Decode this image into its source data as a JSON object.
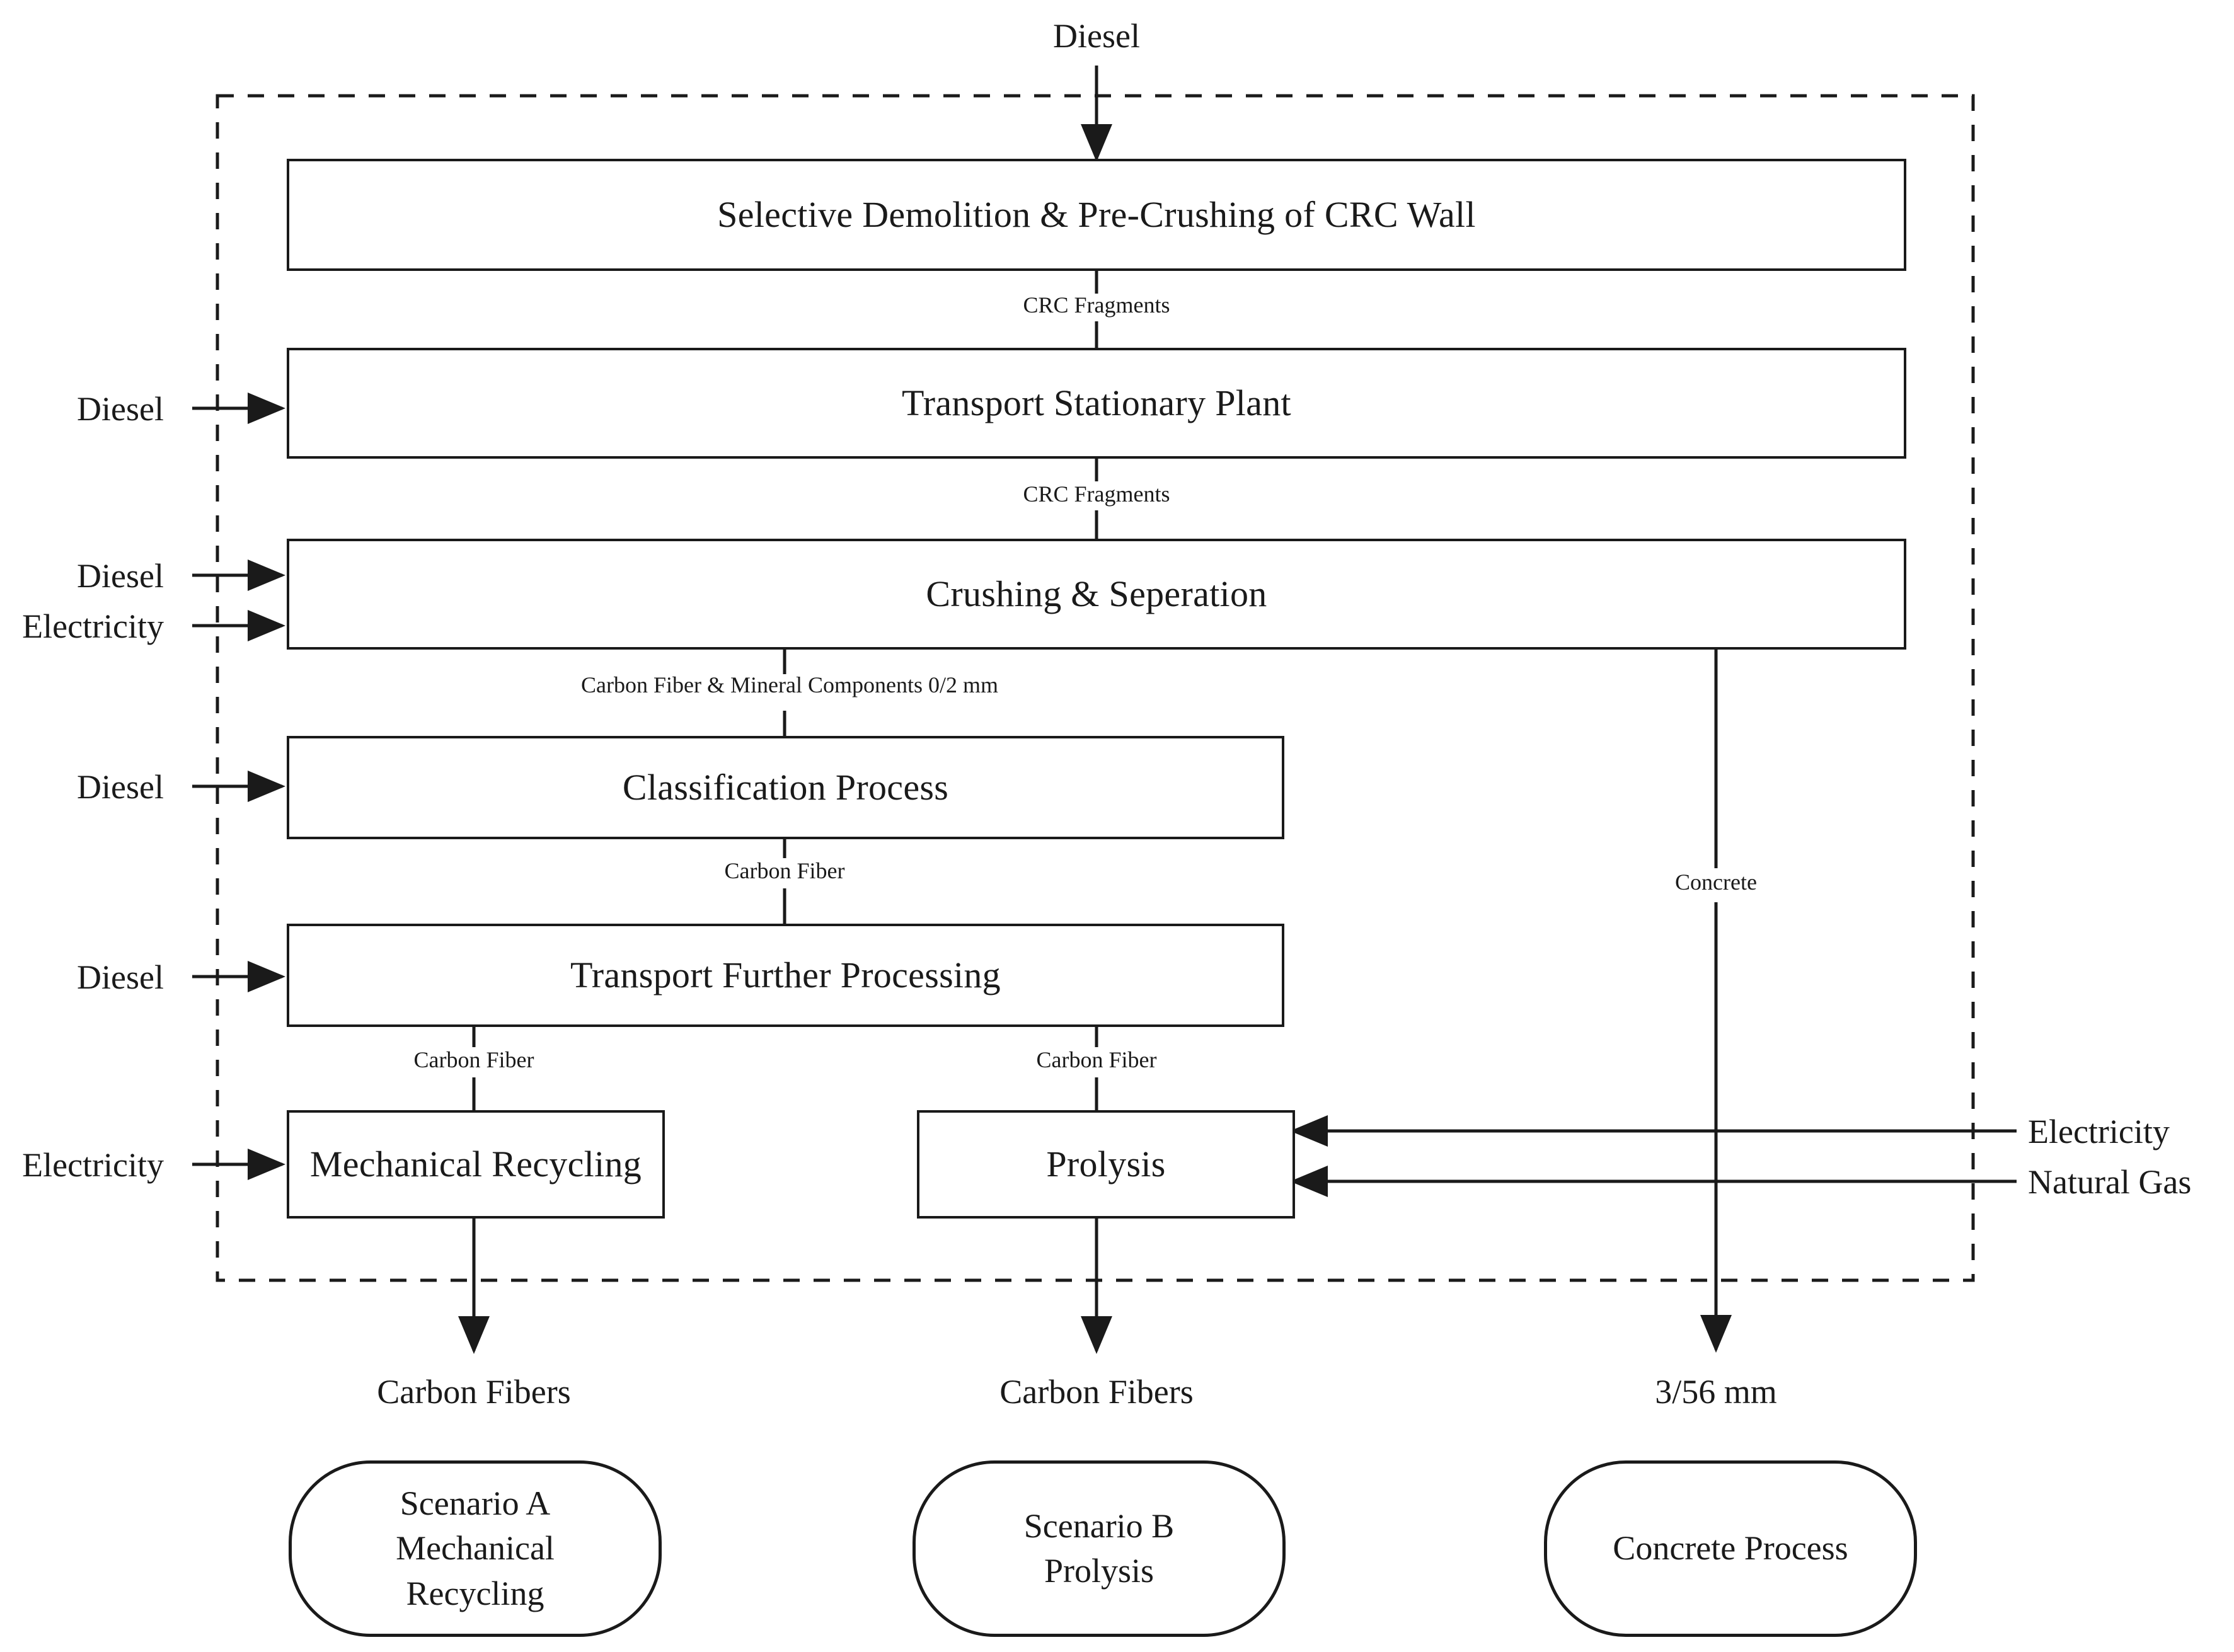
{
  "diagram": {
    "title_label": "Diesel",
    "system_boundary": "system-boundary-dashed",
    "processes": [
      {
        "id": "selective-demolition",
        "label": "Selective Demolition & Pre-Crushing of CRC Wall"
      },
      {
        "id": "transport-stationary-plant",
        "label": "Transport Stationary Plant"
      },
      {
        "id": "crushing-separation",
        "label": "Crushing & Seperation"
      },
      {
        "id": "classification-process",
        "label": "Classification Process"
      },
      {
        "id": "transport-further-processing",
        "label": "Transport Further Processing"
      },
      {
        "id": "mechanical-recycling",
        "label": "Mechanical Recycling"
      },
      {
        "id": "prolysis",
        "label": "Prolysis"
      }
    ],
    "inputs_top": [
      {
        "id": "diesel-top",
        "label": "Diesel"
      }
    ],
    "inputs_left": [
      {
        "id": "diesel-transport",
        "label": "Diesel"
      },
      {
        "id": "diesel-crushing",
        "label": "Diesel"
      },
      {
        "id": "electricity-crushing",
        "label": "Electricity"
      },
      {
        "id": "diesel-classification",
        "label": "Diesel"
      },
      {
        "id": "diesel-further-transport",
        "label": "Diesel"
      },
      {
        "id": "electricity-mechanical",
        "label": "Electricity"
      }
    ],
    "inputs_right": [
      {
        "id": "electricity-prolysis",
        "label": "Electricity"
      },
      {
        "id": "natural-gas-prolysis",
        "label": "Natural Gas"
      }
    ],
    "flow_labels": [
      {
        "id": "crc-fragments-1",
        "label": "CRC Fragments"
      },
      {
        "id": "crc-fragments-2",
        "label": "CRC Fragments"
      },
      {
        "id": "carbon-fiber-mineral",
        "label": "Carbon Fiber & Mineral Components 0/2 mm"
      },
      {
        "id": "carbon-fiber-1",
        "label": "Carbon Fiber"
      },
      {
        "id": "carbon-fiber-2",
        "label": "Carbon Fiber"
      },
      {
        "id": "carbon-fiber-3",
        "label": "Carbon Fiber"
      },
      {
        "id": "concrete",
        "label": "Concrete"
      }
    ],
    "outputs": [
      {
        "id": "carbon-fibers-a",
        "label": "Carbon Fibers"
      },
      {
        "id": "carbon-fibers-b",
        "label": "Carbon Fibers"
      },
      {
        "id": "aggregate-size",
        "label": "3/56 mm"
      }
    ],
    "scenarios": [
      {
        "id": "scenario-a",
        "line1": "Scenario A",
        "line2": "Mechanical",
        "line3": "Recycling"
      },
      {
        "id": "scenario-b",
        "line1": "Scenario B",
        "line2": "Prolysis",
        "line3": ""
      },
      {
        "id": "concrete-process",
        "line1": "Concrete Process",
        "line2": "",
        "line3": ""
      }
    ],
    "colors": {
      "stroke": "#1a1a1a",
      "background": "#ffffff"
    }
  }
}
